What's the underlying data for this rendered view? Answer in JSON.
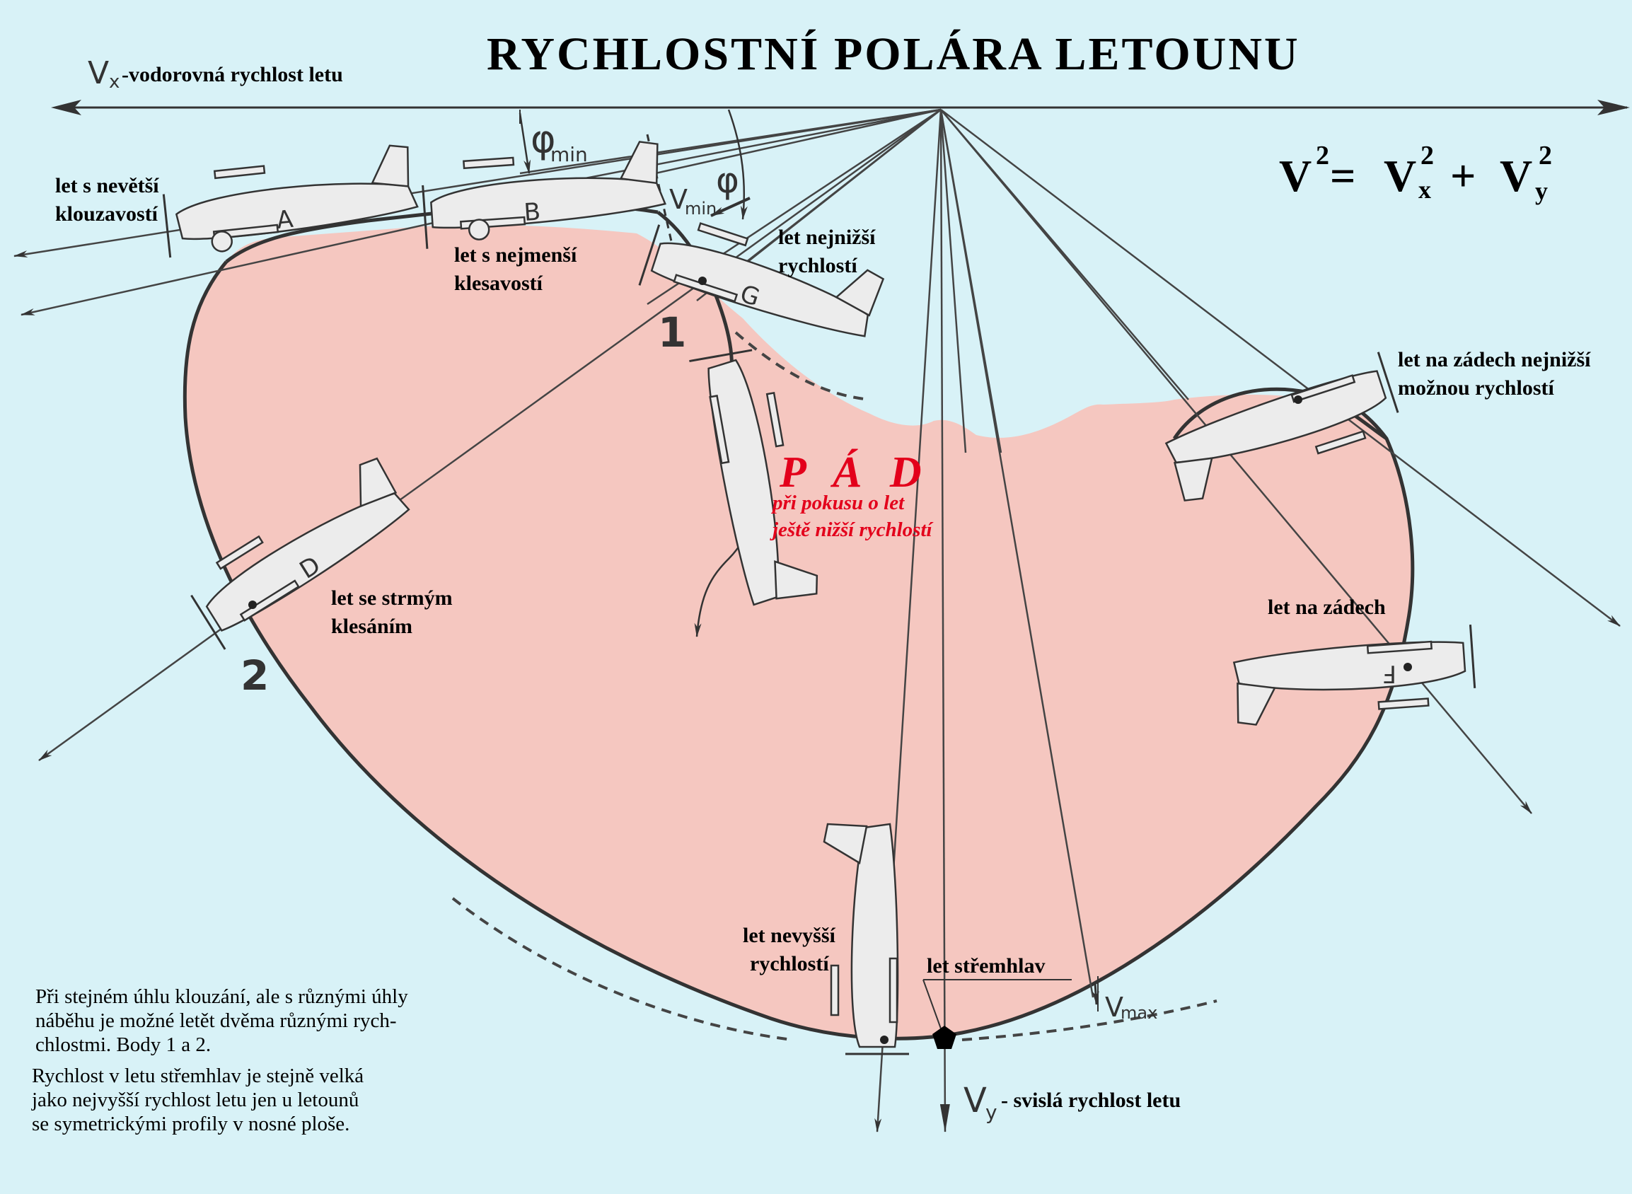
{
  "title": "RYCHLOSTNÍ  POLÁRA  LETOUNU",
  "axes": {
    "vx_symbol": "V",
    "vx_sub": "x",
    "vx_label": "-vodorovná  rychlost letu",
    "vy_symbol": "V",
    "vy_sub": "y",
    "vy_label": "- svislá  rychlost  letu"
  },
  "equation": {
    "v": "V",
    "eq": "=",
    "plus": "+",
    "vx": "V",
    "vx_sub": "x",
    "vy": "V",
    "vy_sub": "y",
    "exp": "2"
  },
  "angles": {
    "phi_min_symbol": "φ",
    "phi_min_sub": "min",
    "phi_symbol": "φ",
    "vmin_symbol": "V",
    "vmin_sub": "min",
    "vmax_symbol": "V",
    "vmax_sub": "max"
  },
  "points": {
    "p1": "1",
    "p2": "2"
  },
  "labels": {
    "best_glide": [
      "let s nevětší",
      "klouzavostí"
    ],
    "min_sink": [
      "let s nejmenší",
      "klesavostí"
    ],
    "min_speed": [
      "let nejnižší",
      "rychlostí"
    ],
    "inverted_min": [
      "let na zádech nejnižší",
      "možnou rychlostí"
    ],
    "inverted": "let na zádech",
    "steep_descent": [
      "let se strmým",
      "klesáním"
    ],
    "max_speed": [
      "let nevyšší",
      "rychlostí"
    ],
    "dive": "let střemhlav"
  },
  "stall": {
    "title": "P Á D",
    "subtitle": [
      "při pokusu o let",
      "ještě nižší rychlostí"
    ]
  },
  "planes": {
    "a": "A",
    "b": "B",
    "g": "G",
    "d": "D",
    "f": "F"
  },
  "note": [
    "Při stejném úhlu klouzání, ale s různými úhly",
    "náběhu je možné letět dvěma různými rych-",
    "chlostmi. Body 1  a  2.",
    "Rychlost v letu střemhlav je stejně velká",
    "jako nejvyšší rychlost letu jen u letounů",
    "se symetrickými profily v nosné ploše."
  ],
  "colors": {
    "background": "#d8f2f7",
    "polar_fill": "#f5c7c0",
    "stall_red": "#e3001b",
    "line": "#444444"
  }
}
